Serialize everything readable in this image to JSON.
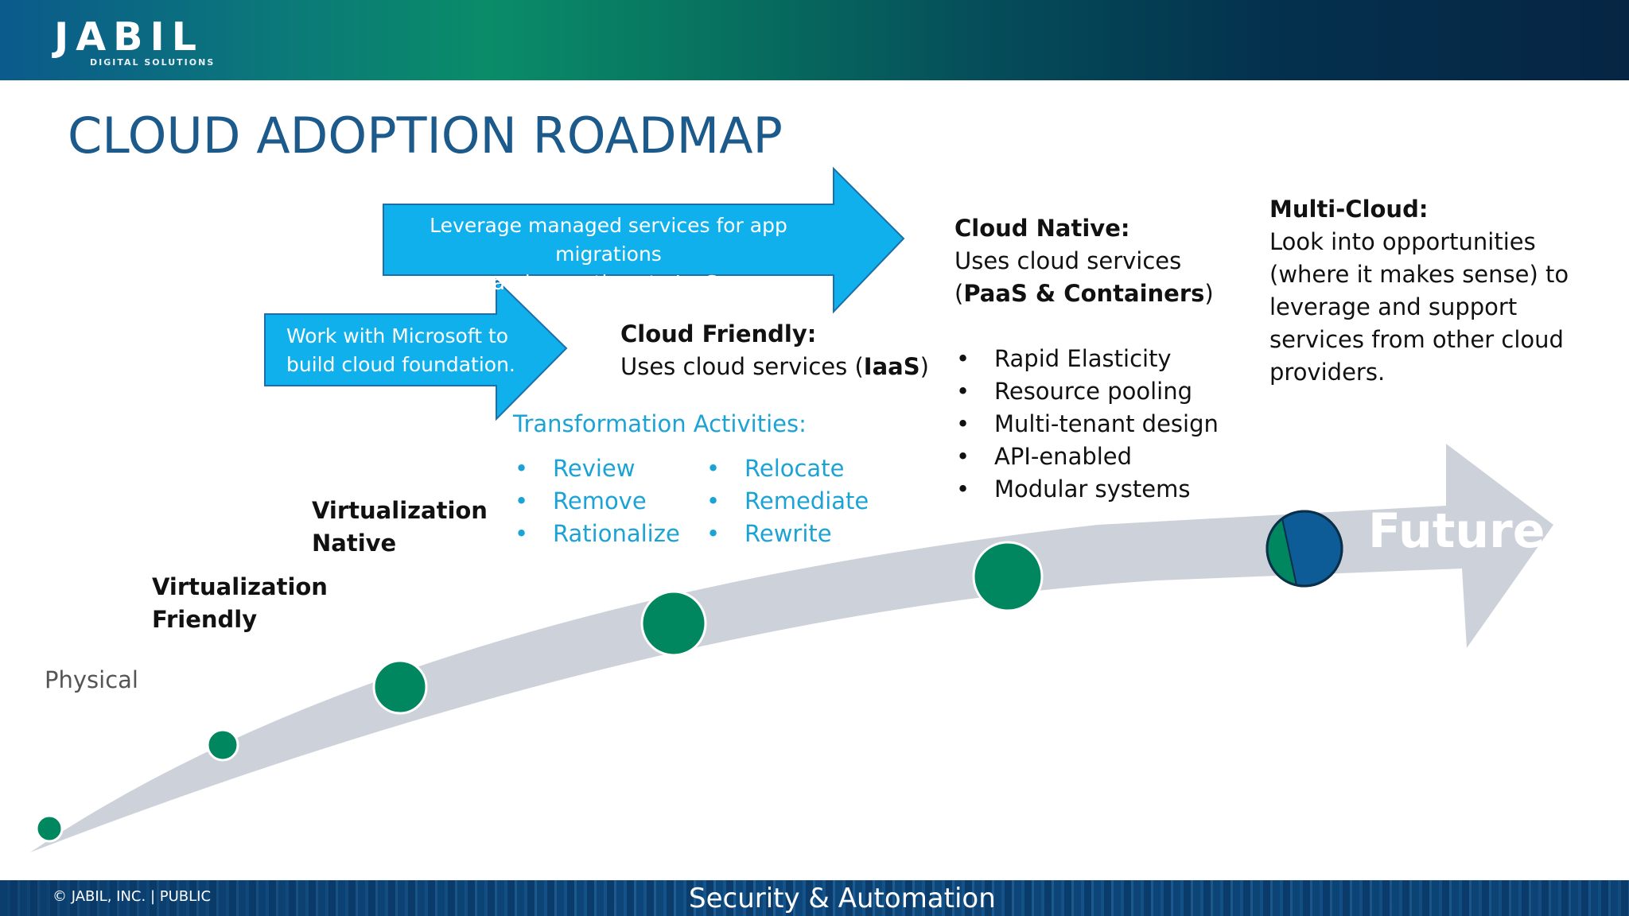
{
  "header": {
    "logo_text": "JABIL",
    "logo_subtext": "DIGITAL SOLUTIONS"
  },
  "slide": {
    "title": "CLOUD ADOPTION ROADMAP"
  },
  "callouts": {
    "managed_services_line1": "Leverage managed services for app migrations",
    "managed_services_line2": "and operations to IaaS.",
    "microsoft_line1": "Work with Microsoft to",
    "microsoft_line2": "build cloud foundation."
  },
  "stages": {
    "physical": "Physical",
    "virtualization_friendly_line1": "Virtualization",
    "virtualization_friendly_line2": "Friendly",
    "virtualization_native_line1": "Virtualization",
    "virtualization_native_line2": "Native",
    "cloud_friendly_heading": "Cloud Friendly:",
    "cloud_friendly_text": "Uses cloud services (",
    "cloud_friendly_bold": "IaaS",
    "cloud_friendly_close": ")",
    "cloud_native_heading": "Cloud Native:",
    "cloud_native_line1": "Uses cloud services",
    "cloud_native_open": "(",
    "cloud_native_bold": "PaaS & Containers",
    "cloud_native_close": ")",
    "cloud_native_bullets": [
      "Rapid Elasticity",
      "Resource pooling",
      "Multi-tenant design",
      "API-enabled",
      "Modular systems"
    ],
    "multi_cloud_heading": "Multi-Cloud:",
    "multi_cloud_lines": [
      "Look into opportunities",
      "(where it makes sense) to",
      "leverage and support",
      "services from other cloud",
      "providers."
    ]
  },
  "transformation": {
    "heading": "Transformation Activities:",
    "col1": [
      "Review",
      "Remove",
      "Rationalize"
    ],
    "col2": [
      "Relocate",
      "Remediate",
      "Rewrite"
    ]
  },
  "future_label": "Future",
  "footer": {
    "copyright": "© JABIL, INC.  | PUBLIC",
    "center": "Security & Automation"
  },
  "colors": {
    "brand_blue": "#1b5a8a",
    "callout_blue": "#0fb0ec",
    "milestone_green": "#00875f",
    "roadmap_gray": "#cdd1d9",
    "activity_blue": "#1ca3d6"
  }
}
